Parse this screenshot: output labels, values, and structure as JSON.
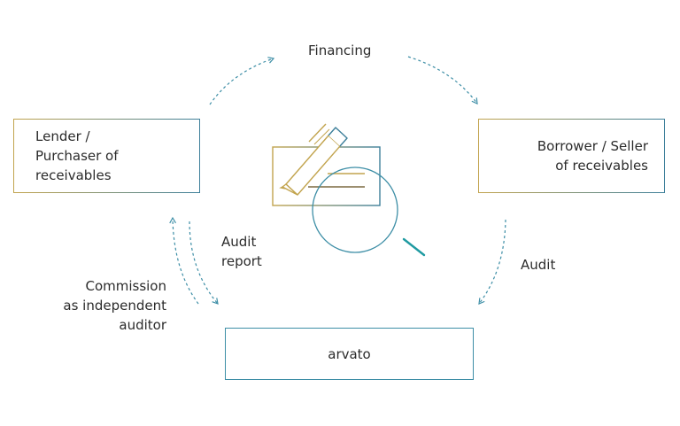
{
  "nodes": {
    "lender": {
      "lines": [
        "Lender /",
        "Purchaser of",
        "receivables"
      ]
    },
    "borrower": {
      "lines": [
        "Borrower / Seller",
        "of receivables"
      ]
    },
    "arvato": {
      "label": "arvato"
    }
  },
  "edges": {
    "financing": "Financing",
    "audit": "Audit",
    "audit_report": [
      "Audit",
      "report"
    ],
    "commission": [
      "Commission",
      "as independent",
      "auditor"
    ]
  },
  "colors": {
    "gold": "#c2a44e",
    "teal": "#3d8ea6",
    "text": "#2b2b2b"
  },
  "icons": [
    "pencil-icon",
    "document-icon",
    "magnifier-icon"
  ]
}
